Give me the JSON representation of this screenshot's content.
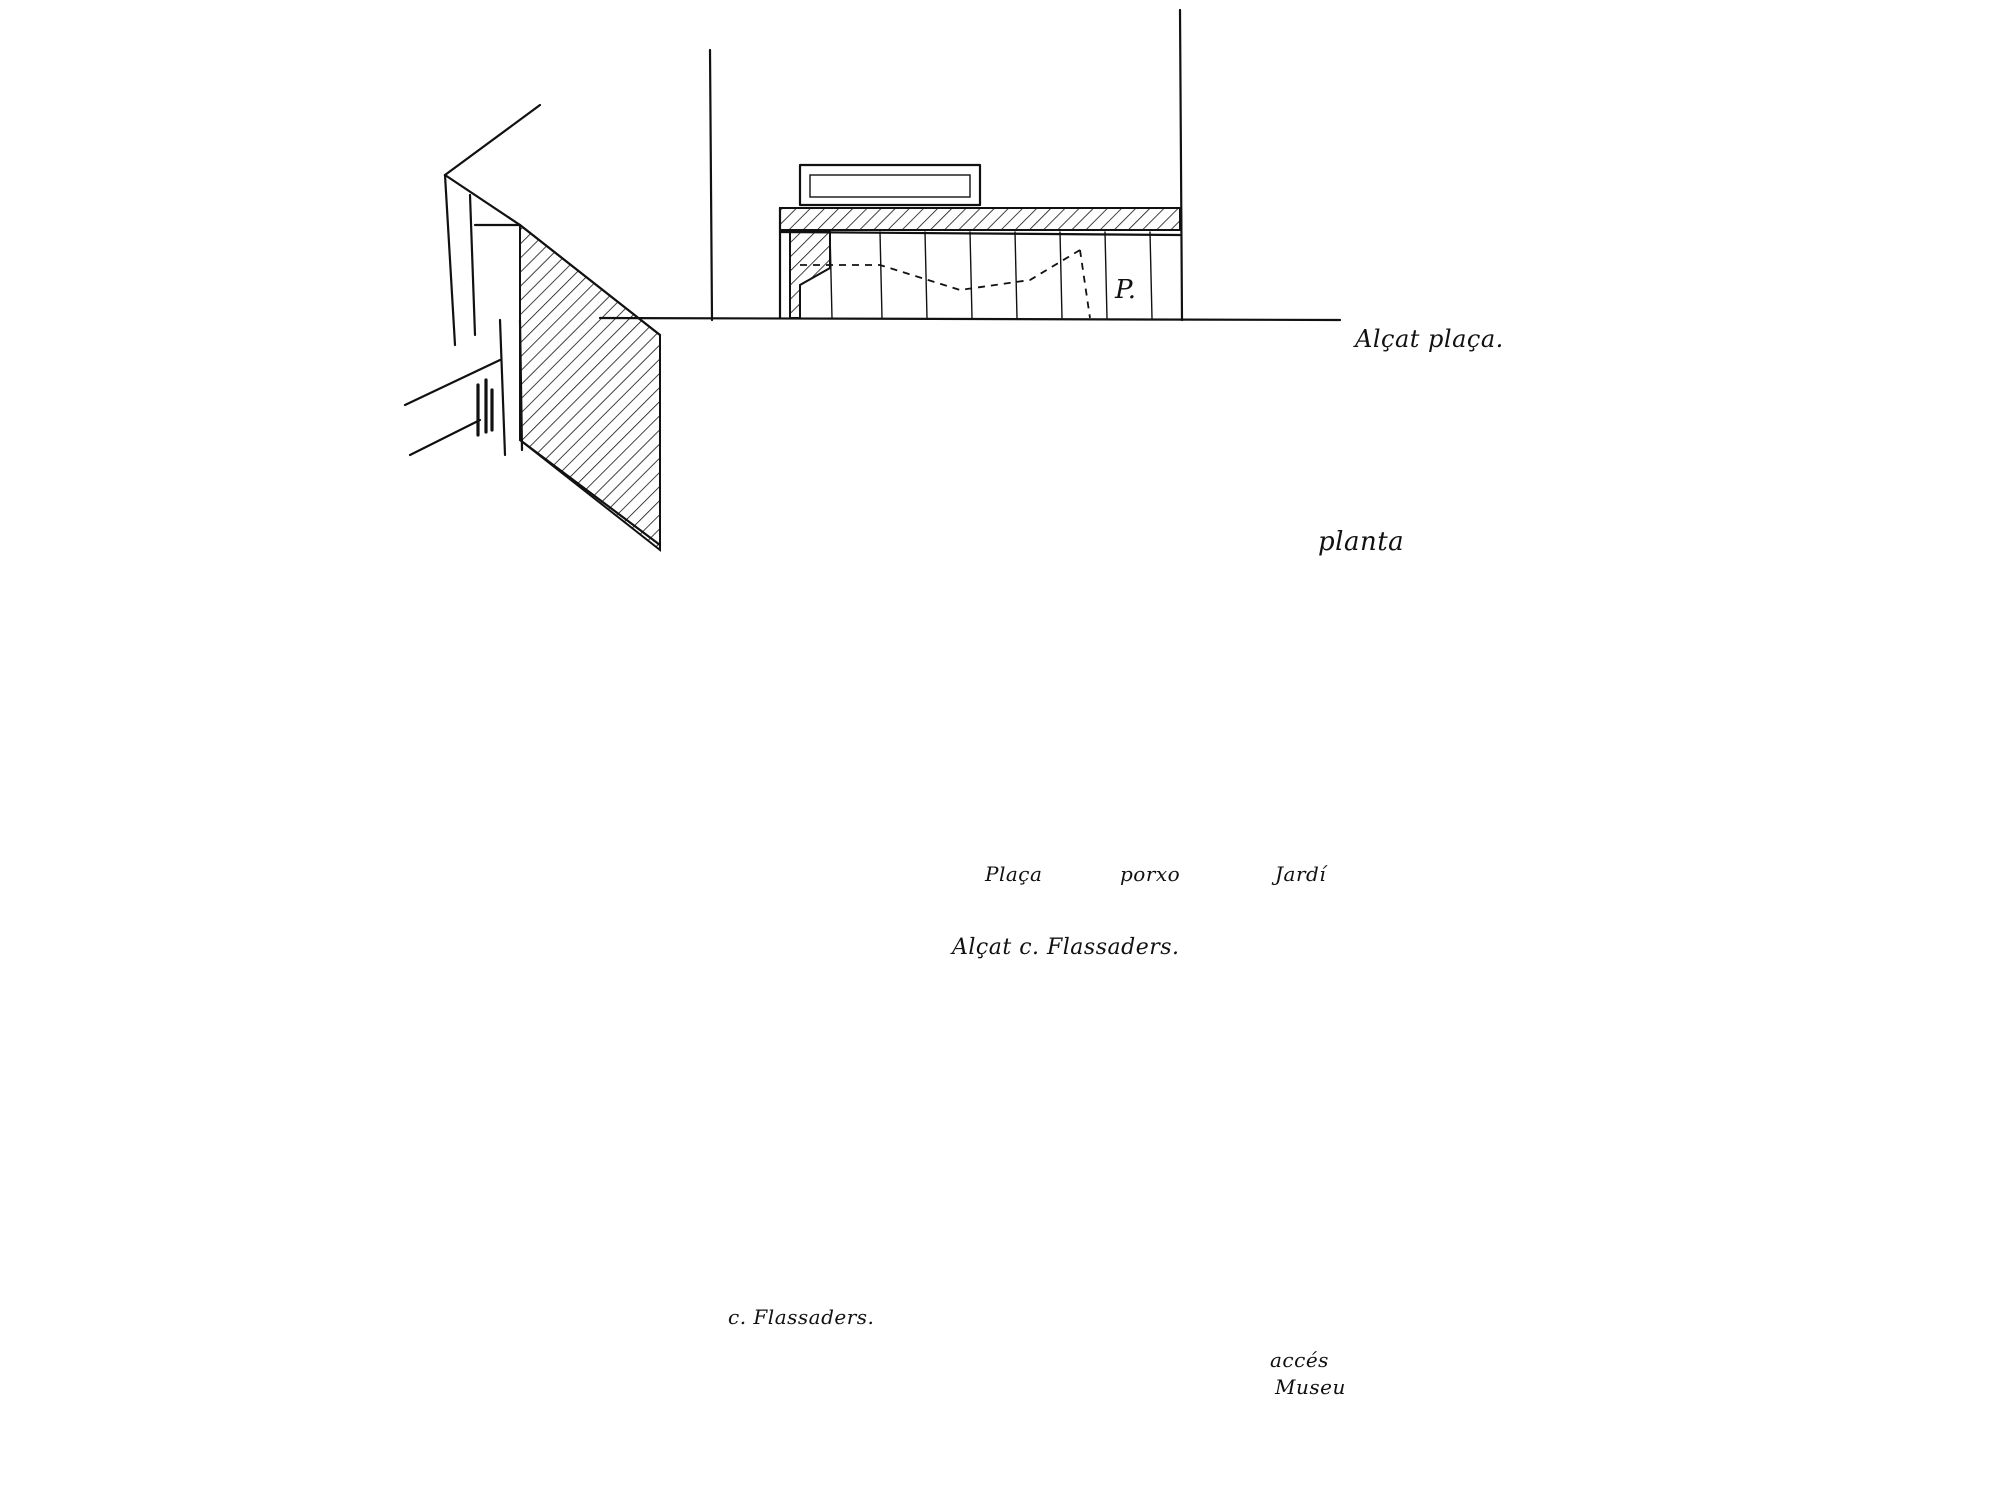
{
  "labels": {
    "alcat_plaza": "Alçat plaça.",
    "planta": "planta",
    "alcat_flassaders": "Alçat c. Flassaders.",
    "plaza": "Plaça",
    "porxo": "porxo",
    "jardi": "Jardí",
    "c_flassaders": "c. Flassaders.",
    "accés_line1": "accés",
    "accés_line2": "Museu",
    "p_mark": "P."
  },
  "colors": {
    "ink": "#111111",
    "paper": "#ffffff"
  },
  "icons": [
    "arrow-up-icon",
    "arrow-down-icon",
    "arrow-left-icon",
    "arrow-right-icon",
    "person-figure-icon",
    "tree-icon",
    "entrance-dot-icon"
  ]
}
